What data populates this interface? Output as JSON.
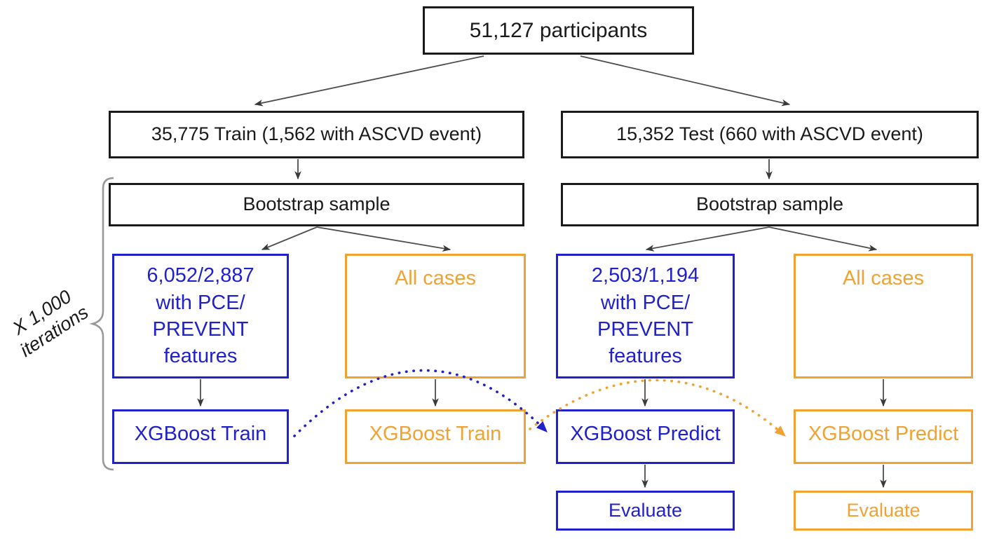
{
  "colors": {
    "blue": "#2121cc",
    "orange": "#f0a232",
    "border": "#1a1a1a",
    "arrow": "#4d4d4d",
    "brace": "#999999"
  },
  "flowchart": {
    "root": {
      "label": "51,127 participants"
    },
    "splits": {
      "train": {
        "label": "35,775 Train (1,562 with ASCVD event)"
      },
      "test": {
        "label": "15,352 Test (660 with ASCVD event)"
      }
    },
    "bootstrap": {
      "train": {
        "label": "Bootstrap sample"
      },
      "test": {
        "label": "Bootstrap sample"
      }
    },
    "branches": {
      "train_pce": {
        "sample": "6,052/2,887\nwith PCE/\nPREVENT\nfeatures",
        "action": "XGBoost Train"
      },
      "train_all": {
        "sample": "All cases",
        "action": "XGBoost Train"
      },
      "test_pce": {
        "sample": "2,503/1,194\nwith PCE/\nPREVENT\nfeatures",
        "action": "XGBoost Predict",
        "evaluate": "Evaluate"
      },
      "test_all": {
        "sample": "All cases",
        "action": "XGBoost Predict",
        "evaluate": "Evaluate"
      }
    },
    "iteration_annotation": "X 1,000\niterations"
  }
}
